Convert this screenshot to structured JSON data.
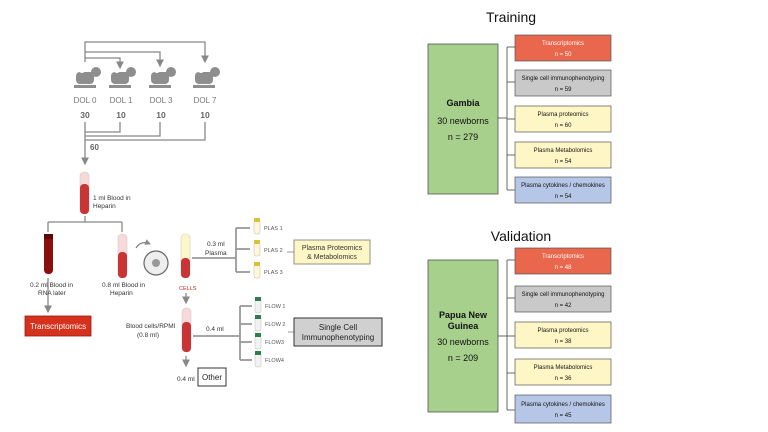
{
  "workflow": {
    "days": [
      {
        "label": "DOL 0",
        "n": "30"
      },
      {
        "label": "DOL 1",
        "n": "10"
      },
      {
        "label": "DOL 3",
        "n": "10"
      },
      {
        "label": "DOL 7",
        "n": "10"
      }
    ],
    "total": "60",
    "blood_line1": "1 ml Blood in",
    "blood_line2": "Heparin",
    "rna_line1": "0.2 ml Blood in",
    "rna_line2": "RNA later",
    "hep_line1": "0.8 ml Blood in",
    "hep_line2": "Heparin",
    "plasma_line1": "0.3 ml",
    "plasma_line2": "Plasma",
    "cells_label": "CELLS",
    "blood_cells_line1": "Blood cells/RPMI",
    "blood_cells_line2": "(0.8 ml)",
    "flow_vol": "0.4 ml",
    "other_vol": "0.4 ml",
    "plas_tubes": [
      "PLAS 1",
      "PLAS 2",
      "PLAS 3"
    ],
    "flow_tubes": [
      "FLOW 1",
      "FLOW 2",
      "FLOW3",
      "FLOW4"
    ],
    "transcriptomics_box": "Transcriptomics",
    "plasma_box_line1": "Plasma Proteomics",
    "plasma_box_line2": "& Metabolomics",
    "sc_box_line1": "Single Cell",
    "sc_box_line2": "Immunophenotyping",
    "other_box": "Other"
  },
  "colors": {
    "transcriptomics": "#e8674d",
    "sc": "#c9c9c9",
    "plasma": "#fff6c6",
    "cytokine": "#b6c6e6",
    "cohort": "#a8d08d",
    "red_box": "#d5311c"
  },
  "training": {
    "title": "Training",
    "cohort_name": "Gambia",
    "cohort_sub": "30 newborns",
    "cohort_n": "n = 279",
    "assays": [
      {
        "name": "Transcriptomics",
        "n": "n = 50",
        "kind": "transcriptomics"
      },
      {
        "name": "Single cell immunophenotyping",
        "n": "n = 59",
        "kind": "sc"
      },
      {
        "name": "Plasma proteomics",
        "n": "n = 60",
        "kind": "plasma"
      },
      {
        "name": "Plasma Metabolomics",
        "n": "n = 54",
        "kind": "plasma"
      },
      {
        "name": "Plasma cytokines / chemokines",
        "n": "n = 54",
        "kind": "cytokine"
      }
    ]
  },
  "validation": {
    "title": "Validation",
    "cohort_name_line1": "Papua New",
    "cohort_name_line2": "Guinea",
    "cohort_sub": "30 newborns",
    "cohort_n": "n = 209",
    "assays": [
      {
        "name": "Transcriptomics",
        "n": "n = 48",
        "kind": "transcriptomics"
      },
      {
        "name": "Single cell immunophenotyping",
        "n": "n =  42",
        "kind": "sc"
      },
      {
        "name": "Plasma proteomics",
        "n": "n = 38",
        "kind": "plasma"
      },
      {
        "name": "Plasma Metabolomics",
        "n": "n = 36",
        "kind": "plasma"
      },
      {
        "name": "Plasma cytokines / chemokines",
        "n": "n = 45",
        "kind": "cytokine"
      }
    ]
  }
}
